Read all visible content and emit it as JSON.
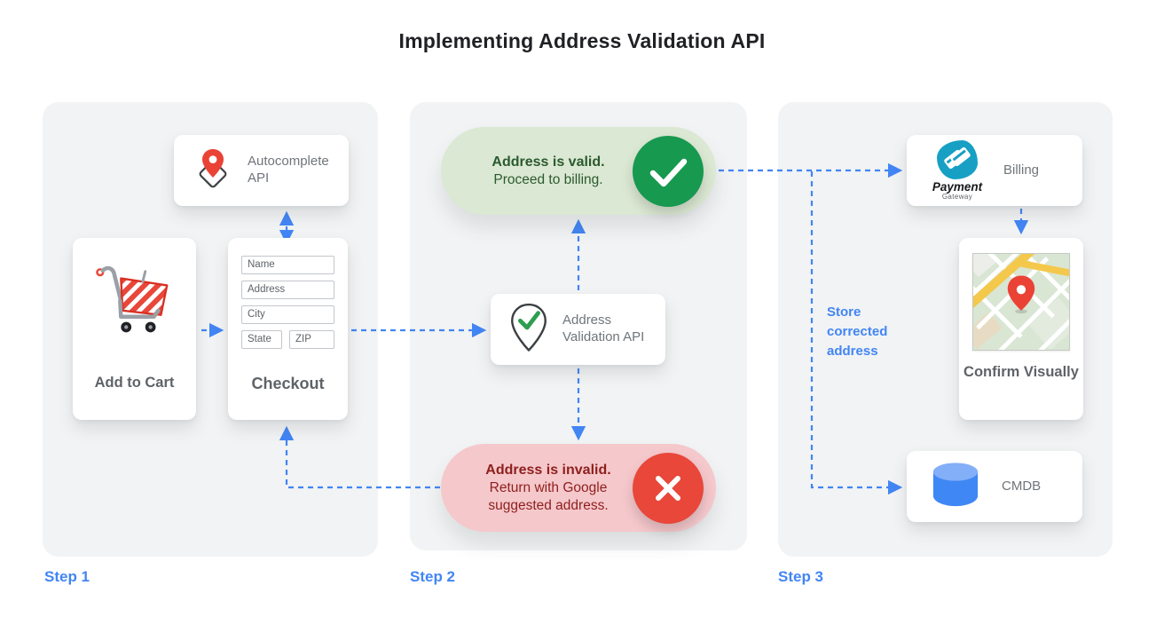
{
  "title": "Implementing Address Validation API",
  "colors": {
    "accent_blue": "#4285f4",
    "success_green": "#17994f",
    "error_red": "#e8473a",
    "panel_gray": "#f1f3f4"
  },
  "icons": {
    "autocomplete": "map-pin-diamond-icon",
    "validation": "map-pin-check-icon",
    "cart": "shopping-cart-icon",
    "valid": "check-icon",
    "invalid": "x-icon",
    "billing": "payment-gateway-logo",
    "confirm": "map-thumbnail",
    "cmdb": "database-icon"
  },
  "step1": {
    "label": "Step 1",
    "autocomplete_card": {
      "label": "Autocomplete API"
    },
    "add_to_cart_card": {
      "label": "Add to Cart"
    },
    "checkout_card": {
      "label": "Checkout",
      "fields": [
        "Name",
        "Address",
        "City",
        "State",
        "ZIP"
      ]
    }
  },
  "step2": {
    "label": "Step 2",
    "valid_pill": {
      "title": "Address is valid.",
      "subtitle": "Proceed to billing."
    },
    "validation_card": {
      "label": "Address Validation API"
    },
    "invalid_pill": {
      "title": "Address is invalid.",
      "subtitle": "Return with Google suggested address."
    }
  },
  "step3": {
    "label": "Step 3",
    "billing_card": {
      "label": "Billing",
      "logo_title": "Payment",
      "logo_subtitle": "Gateway"
    },
    "confirm_card": {
      "label": "Confirm Visually"
    },
    "cmdb_card": {
      "label": "CMDB"
    },
    "store_note": "Store corrected address"
  }
}
